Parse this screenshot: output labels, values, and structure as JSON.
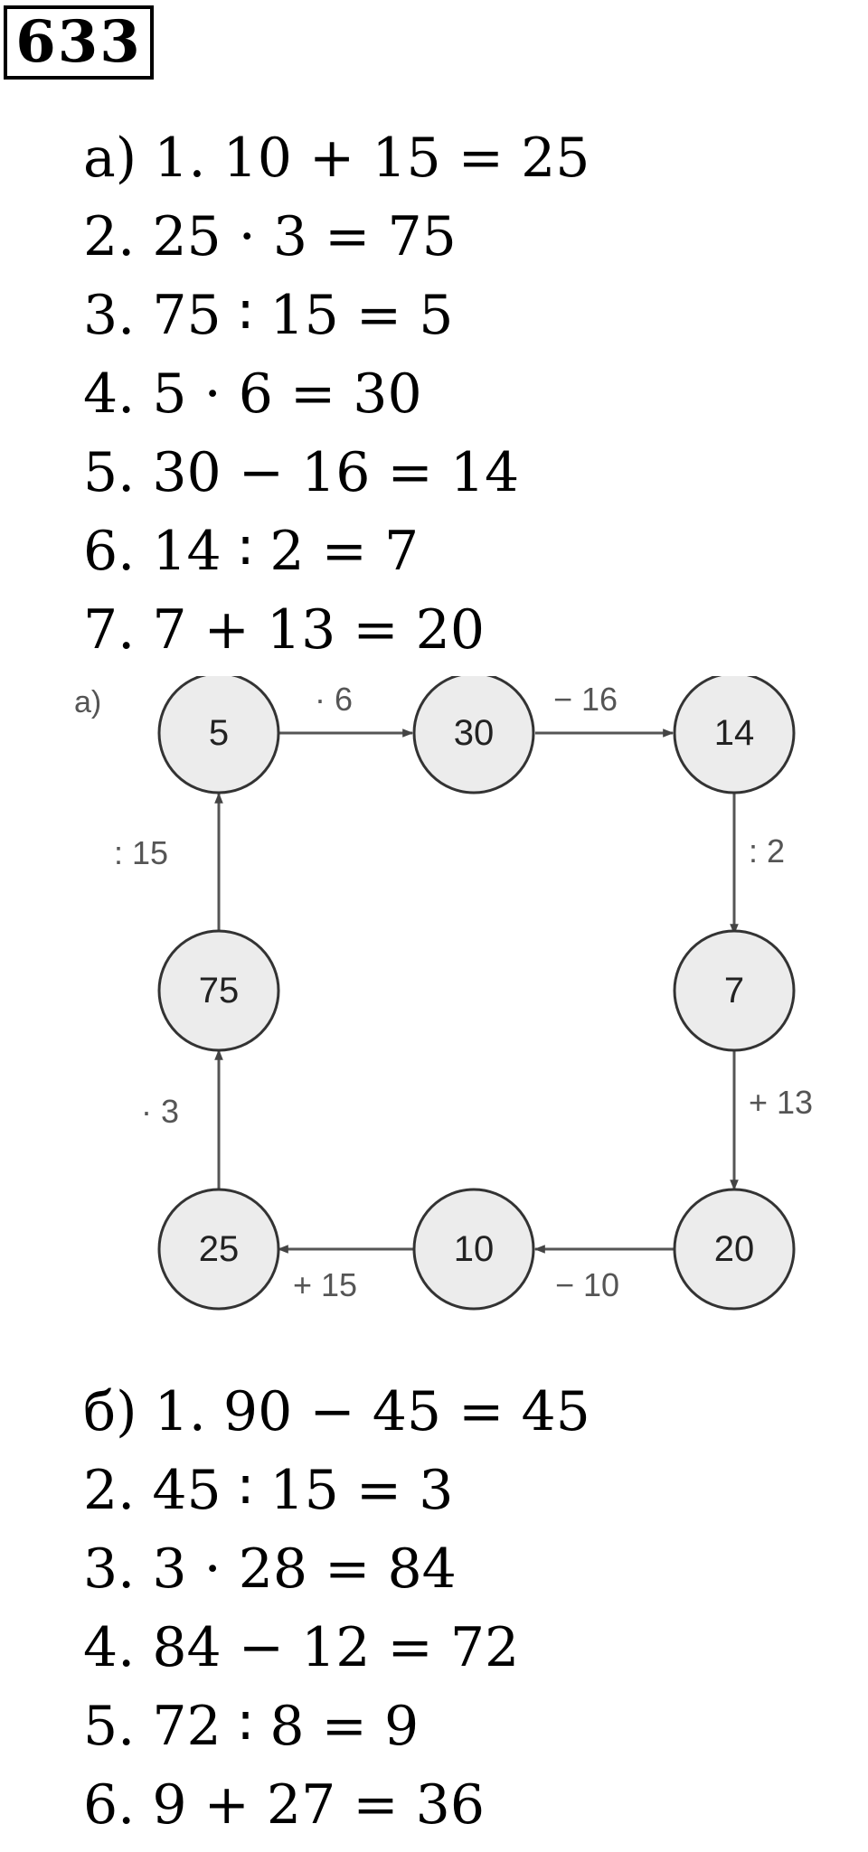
{
  "problem_number": "633",
  "part_a": {
    "lines": [
      "а) 1. 10 + 15 = 25",
      "2. 25 · 3 = 75",
      "3. 75 ∶ 15 = 5",
      "4. 5 · 6 = 30",
      "5. 30 − 16 = 14",
      "6. 14 ∶ 2 = 7",
      "7. 7 + 13 = 20"
    ]
  },
  "diagram": {
    "label": "а)",
    "nodes": {
      "n5": "5",
      "n30": "30",
      "n14": "14",
      "n75": "75",
      "n7": "7",
      "n25": "25",
      "n10": "10",
      "n20": "20"
    },
    "ops": {
      "mul6": "· 6",
      "sub16": "− 16",
      "div2": ": 2",
      "add13": "+ 13",
      "sub10": "− 10",
      "add15": "+ 15",
      "mul3": "· 3",
      "div15": ": 15"
    }
  },
  "part_b": {
    "lines": [
      "б) 1. 90 − 45 = 45",
      "2. 45 ∶ 15 = 3",
      "3. 3 · 28 = 84",
      "4. 84 − 12 = 72",
      "5. 72 ∶ 8 = 9",
      "6. 9 + 27 = 36"
    ]
  }
}
